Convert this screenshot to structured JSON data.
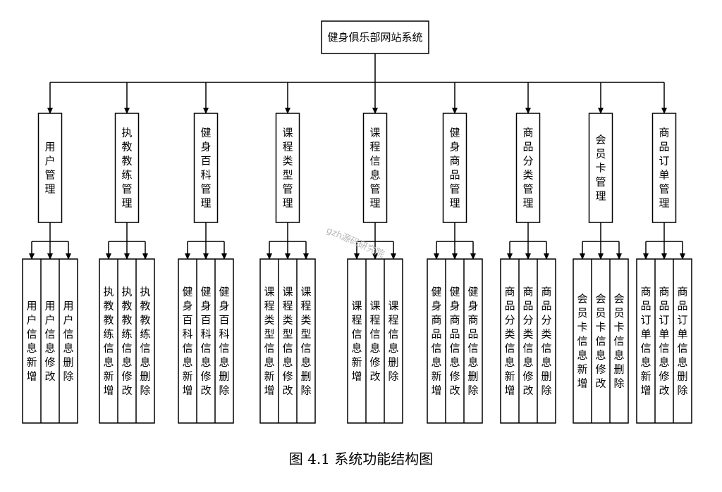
{
  "root": "健身俱乐部网站系统",
  "modules": [
    {
      "title": "用户管理",
      "children": [
        "用户信息新增",
        "用户信息修改",
        "用户信息删除"
      ]
    },
    {
      "title": "执教教练管理",
      "children": [
        "执教教练信息新增",
        "执教教练信息修改",
        "执教教练信息删除"
      ]
    },
    {
      "title": "健身百科管理",
      "children": [
        "健身百科信息新增",
        "健身百科信息修改",
        "健身百科信息删除"
      ]
    },
    {
      "title": "课程类型管理",
      "children": [
        "课程类型信息新增",
        "课程类型信息修改",
        "课程类型信息删除"
      ]
    },
    {
      "title": "课程信息管理",
      "children": [
        "课程信息新增",
        "课程信息修改",
        "课程信息删除"
      ]
    },
    {
      "title": "健身商品管理",
      "children": [
        "健身商品信息新增",
        "健身商品信息修改",
        "健身商品信息删除"
      ]
    },
    {
      "title": "商品分类管理",
      "children": [
        "商品分类信息新增",
        "商品分类信息修改",
        "商品分类信息删除"
      ]
    },
    {
      "title": "会员卡管理",
      "children": [
        "会员卡信息新增",
        "会员卡信息修改",
        "会员卡信息删除"
      ]
    },
    {
      "title": "商品订单管理",
      "children": [
        "商品订单信息新增",
        "商品订单信息修改",
        "商品订单信息删除"
      ]
    }
  ],
  "watermark": "gzh源码研究院",
  "caption": "图 4.1  系统功能结构图"
}
